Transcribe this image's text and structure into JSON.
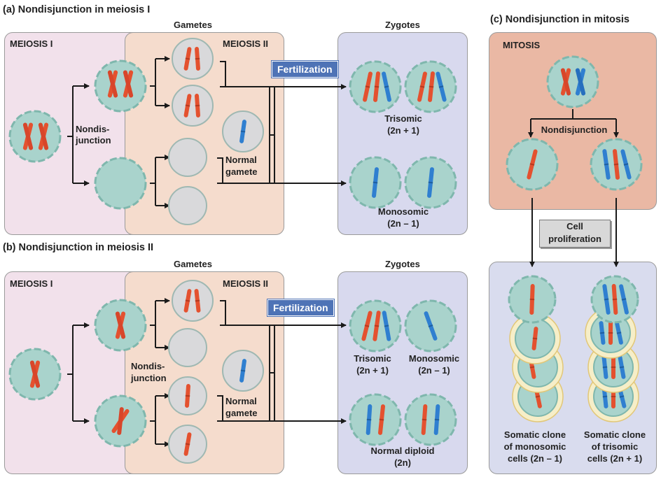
{
  "panel_a": {
    "title": "(a) Nondisjunction in meiosis I",
    "meiosis1": "MEIOSIS I",
    "meiosis2": "MEIOSIS II",
    "gametes": "Gametes",
    "zygotes": "Zygotes",
    "fertilization": "Fertilization",
    "nondis1": "Nondis-",
    "nondis2": "junction",
    "normal1": "Normal",
    "normal2": "gamete",
    "trisomic": "Trisomic",
    "trisomic_formula": "(2n + 1)",
    "monosomic": "Monosomic",
    "monosomic_formula": "(2n – 1)"
  },
  "panel_b": {
    "title": "(b) Nondisjunction in meiosis II",
    "meiosis1": "MEIOSIS I",
    "meiosis2": "MEIOSIS II",
    "gametes": "Gametes",
    "zygotes": "Zygotes",
    "fertilization": "Fertilization",
    "nondis1": "Nondis-",
    "nondis2": "junction",
    "normal1": "Normal",
    "normal2": "gamete",
    "trisomic": "Trisomic",
    "trisomic_formula": "(2n + 1)",
    "monosomic": "Monosomic",
    "monosomic_formula": "(2n – 1)",
    "diploid": "Normal diploid",
    "diploid_formula": "(2n)"
  },
  "panel_c": {
    "title": "(c) Nondisjunction in mitosis",
    "mitosis": "MITOSIS",
    "nondisjunction": "Nondisjunction",
    "cell": "Cell",
    "proliferation": "proliferation",
    "clone_mono1": "Somatic clone",
    "clone_mono2": "of monosomic",
    "clone_mono3": "cells (2n – 1)",
    "clone_tri1": "Somatic clone",
    "clone_tri2": "of trisomic",
    "clone_tri3": "cells (2n + 1)"
  },
  "colors": {
    "red_chromosome": "#e4512f",
    "blue_chromosome": "#2f7fd0",
    "cell_fill": "#a9d3cc",
    "cell_rim": "#7fb7ad",
    "gamete_fill": "#d9d9db",
    "halo": "#f6eec8",
    "fertilization_bg": "#4e73b6"
  }
}
